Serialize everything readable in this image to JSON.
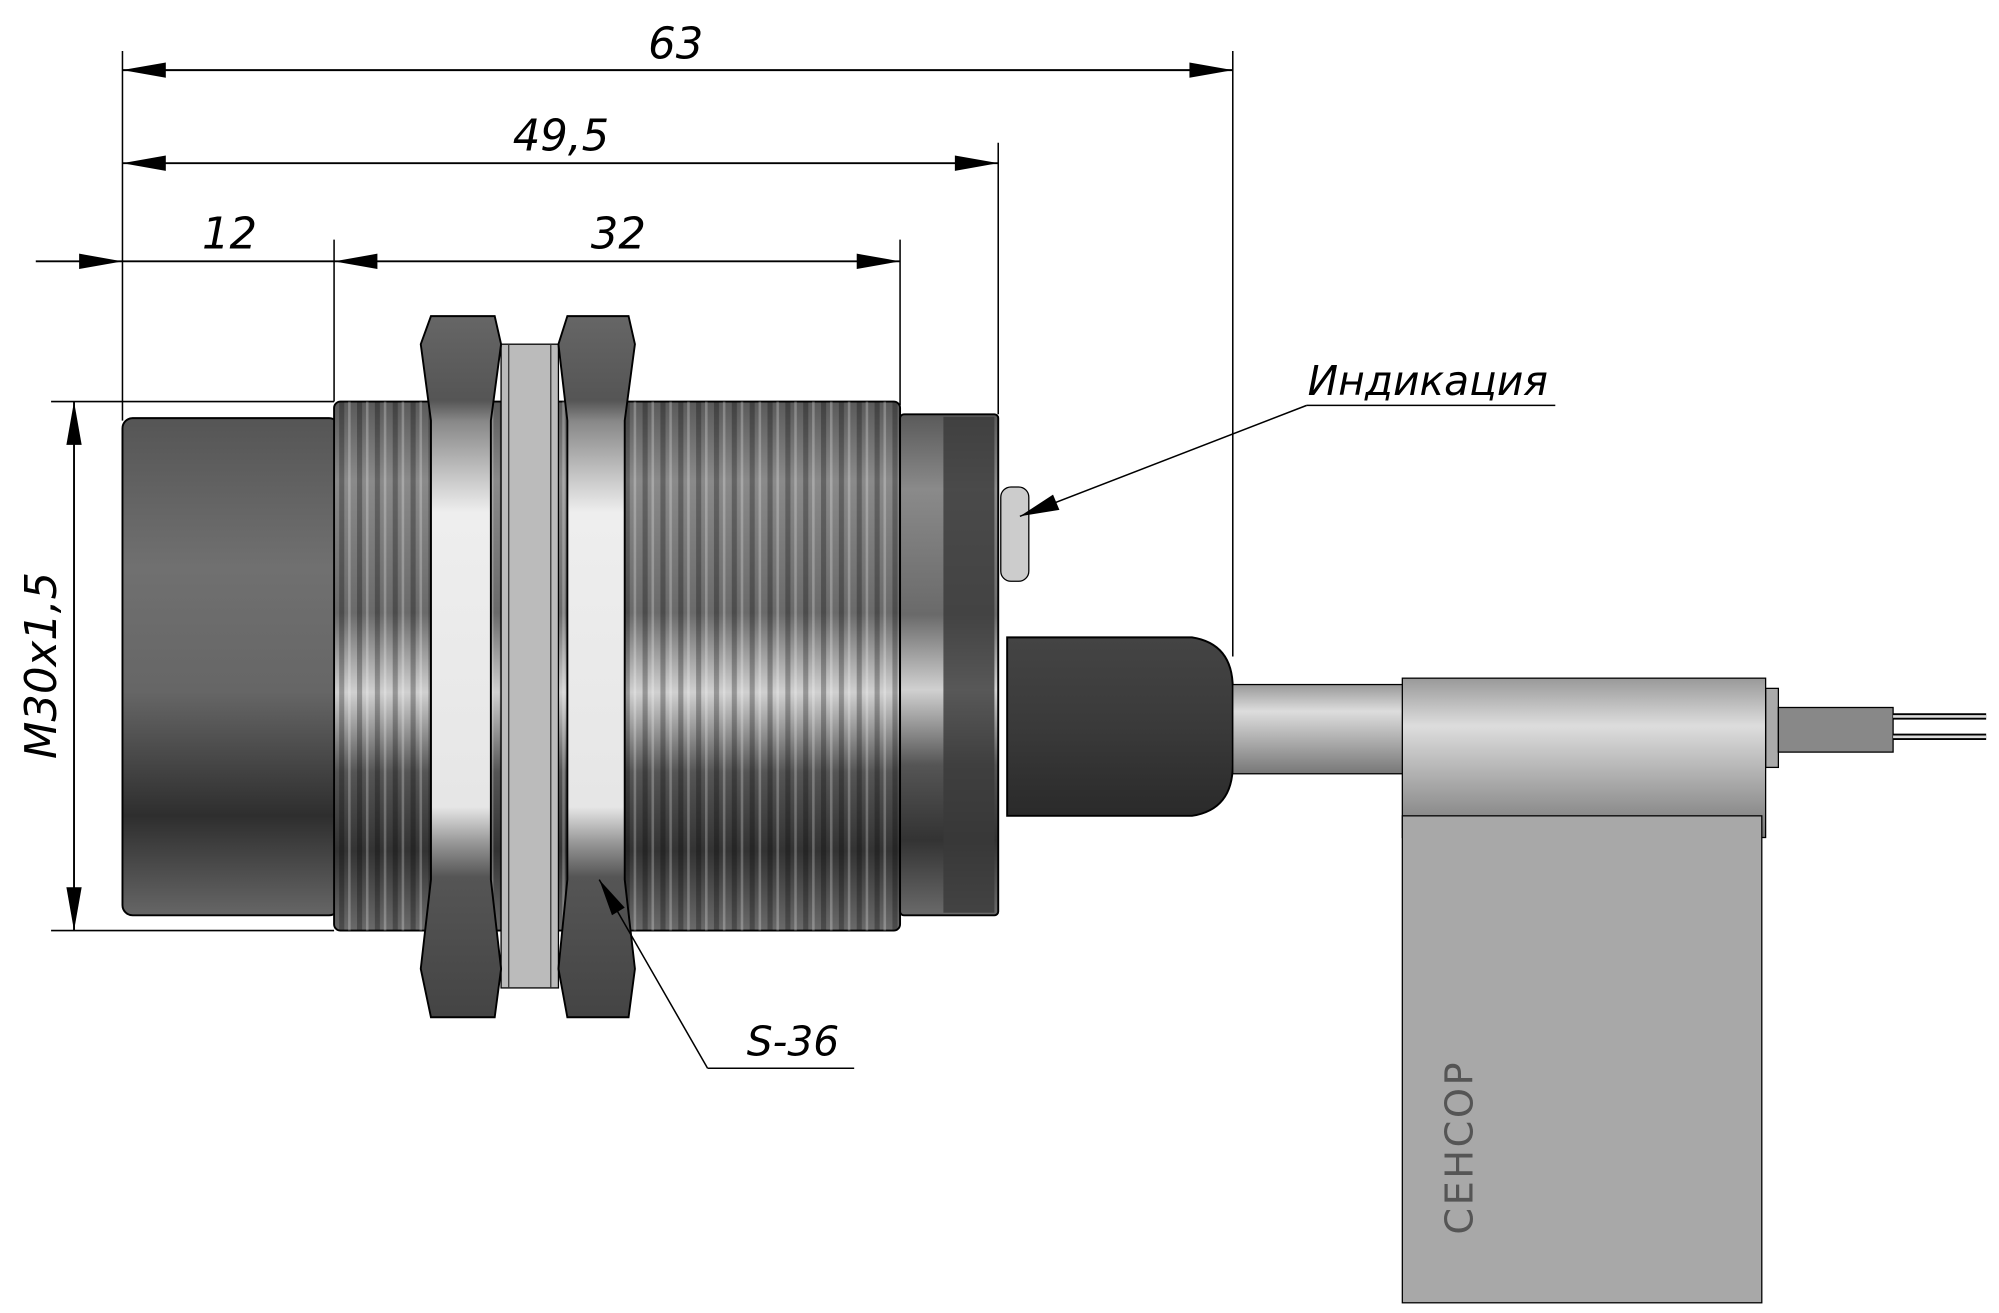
{
  "dimensions": {
    "overall_length": "63",
    "body_length": "49,5",
    "front_length": "12",
    "thread_length": "32",
    "thread_size": "M30x1,5"
  },
  "labels": {
    "indicator": "Индикация",
    "nut_size": "S-36",
    "brand": "СЕНСОР"
  },
  "colors": {
    "line": "#000000",
    "metal_dark": "#3a3a3a",
    "metal_light": "#e8e8e8",
    "label_sleeve": "#a8a8a8"
  }
}
